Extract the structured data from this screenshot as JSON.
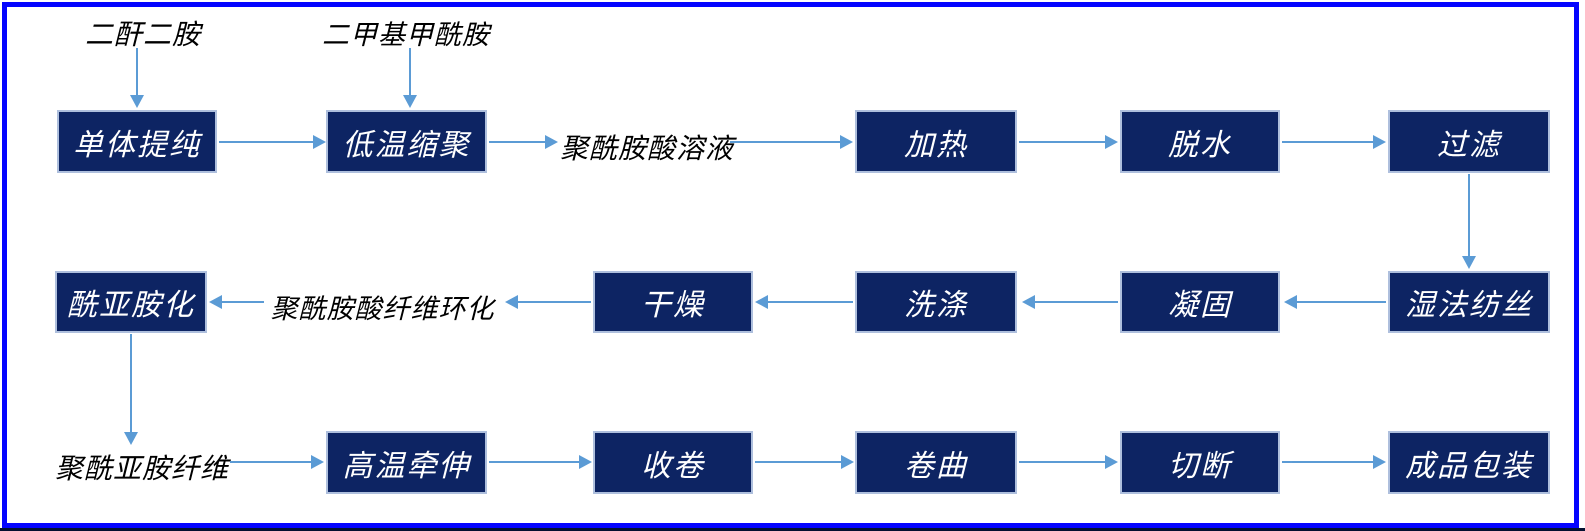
{
  "colors": {
    "frame": "#0404ff",
    "box_fill": "#0d2463",
    "box_border": "#aebfdd",
    "arrow": "#5b9bd5",
    "box_text": "#ffffff",
    "label_text": "#000000",
    "background": "#ffffff",
    "bottom_strip": "#021030"
  },
  "nodes": {
    "dianhydride_diamine": "二酐二胺",
    "dmf": "二甲基甲酰胺",
    "monomer_purification": "单体提纯",
    "low_temp_polycondensation": "低温缩聚",
    "paa_solution": "聚酰胺酸溶液",
    "heating": "加热",
    "dehydration": "脱水",
    "filtration": "过滤",
    "wet_spinning": "湿法纺丝",
    "coagulation": "凝固",
    "washing": "洗涤",
    "drying": "干燥",
    "paa_fiber_cyclization": "聚酰胺酸纤维环化",
    "imidization": "酰亚胺化",
    "polyimide_fiber": "聚酰亚胺纤维",
    "high_temp_drawing": "高温牵伸",
    "winding": "收卷",
    "crimping": "卷曲",
    "cutting": "切断",
    "packaging": "成品包装"
  },
  "edges": [
    {
      "from": "dianhydride_diamine",
      "to": "monomer_purification"
    },
    {
      "from": "dmf",
      "to": "low_temp_polycondensation"
    },
    {
      "from": "monomer_purification",
      "to": "low_temp_polycondensation"
    },
    {
      "from": "low_temp_polycondensation",
      "to": "paa_solution"
    },
    {
      "from": "paa_solution",
      "to": "heating"
    },
    {
      "from": "heating",
      "to": "dehydration"
    },
    {
      "from": "dehydration",
      "to": "filtration"
    },
    {
      "from": "filtration",
      "to": "wet_spinning"
    },
    {
      "from": "wet_spinning",
      "to": "coagulation"
    },
    {
      "from": "coagulation",
      "to": "washing"
    },
    {
      "from": "washing",
      "to": "drying"
    },
    {
      "from": "drying",
      "to": "paa_fiber_cyclization"
    },
    {
      "from": "paa_fiber_cyclization",
      "to": "imidization"
    },
    {
      "from": "imidization",
      "to": "polyimide_fiber"
    },
    {
      "from": "polyimide_fiber",
      "to": "high_temp_drawing"
    },
    {
      "from": "high_temp_drawing",
      "to": "winding"
    },
    {
      "from": "winding",
      "to": "crimping"
    },
    {
      "from": "crimping",
      "to": "cutting"
    },
    {
      "from": "cutting",
      "to": "packaging"
    }
  ]
}
